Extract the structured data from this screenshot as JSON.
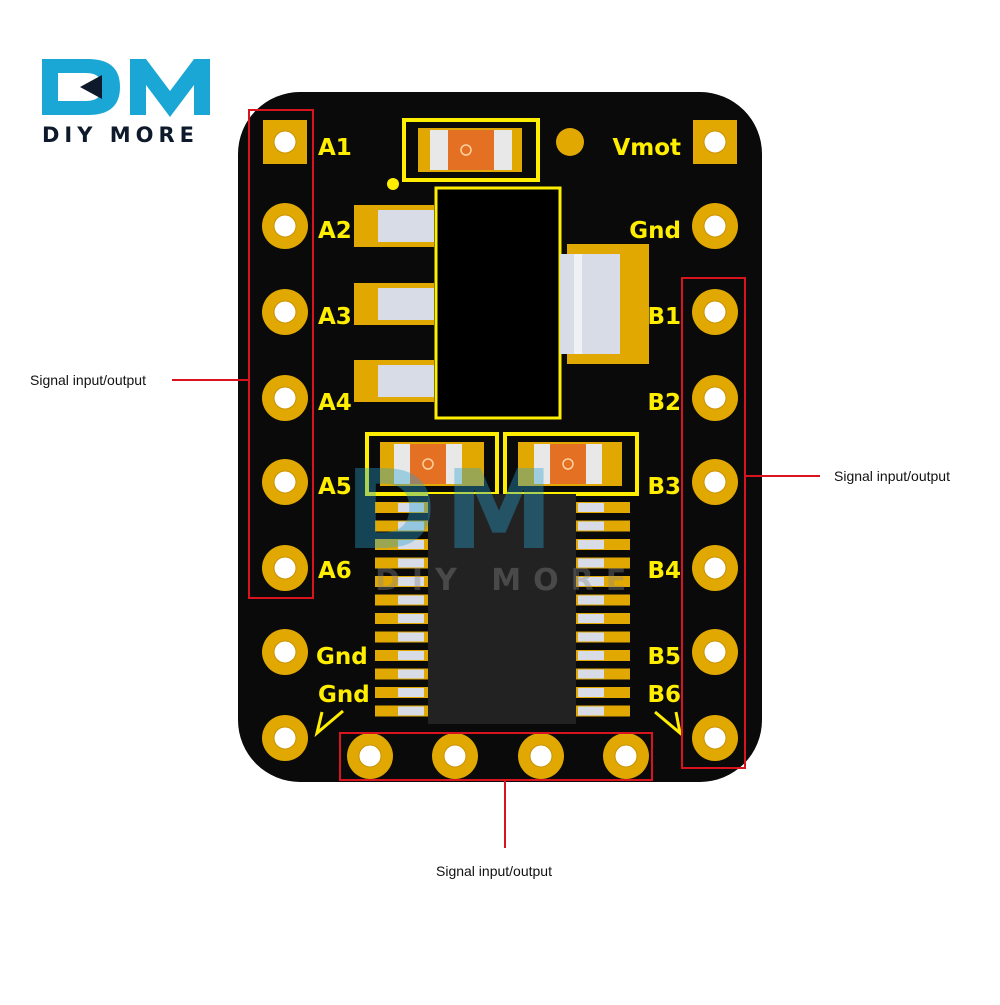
{
  "brand": {
    "logo_text": "DIY MORE",
    "watermark_text": "DIY MORE",
    "logo_letters": "DM"
  },
  "colors": {
    "pcb": "#0a0a0a",
    "pad": "#e0a800",
    "silkscreen": "#ffee00",
    "callout": "#d9141e",
    "logo_blue": "#1aa7d6",
    "logo_dark": "#0e1a2b"
  },
  "board": {
    "labels_left": [
      "A1",
      "A2",
      "A3",
      "A4",
      "A5",
      "A6",
      "Gnd",
      "Gnd"
    ],
    "labels_right": [
      "Vmot",
      "Gnd",
      "B1",
      "B2",
      "B3",
      "B4",
      "B5",
      "B6"
    ]
  },
  "callouts": {
    "left": "Signal input/output",
    "right": "Signal input/output",
    "bottom": "Signal input/output"
  },
  "icons": {
    "pad": "through-hole-pad-icon",
    "chip": "ic-chip-icon"
  }
}
